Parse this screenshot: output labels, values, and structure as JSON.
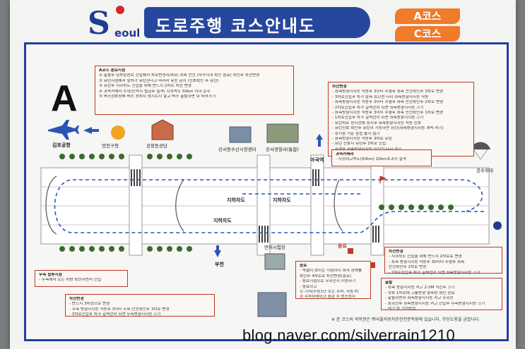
{
  "header": {
    "logo_big": "S",
    "logo_small": "eoul",
    "title": "도로주행 코스안내도",
    "badge_a": "A코스",
    "badge_c": "C코스"
  },
  "course_letter": "A",
  "notes": {
    "main": {
      "header": "A코스 중요지점",
      "lines": [
        "① 출발후 남부순환로 진입해서 차로변경시(4회) 좌측 안전 (사각지대 확인 중요) 확인후 차선변경",
        "② 유턴지점에서 앞차가 유턴한다고 따라서 유턴 금지 (신호확인 후 유턴)",
        "③ 유턴후 지하차도 진입을 위해 반드시 2차로 차선 변경",
        "④ 과속카메라 주의(단속시 벌금후 실격) 지정속도 50km 이하 준수",
        "⑤ 버스정류장에 버스 정차시 뒷지르지 말고 버스 출발하면 뒤 따라가기"
      ]
    },
    "right_top": {
      "header": "차선변경",
      "lines": [
        "- 좌측방향지시등 작동후 3이터 주행후 좌측 안전확인후 3차로 변경",
        "- 3차로진입후 차가 앞측 있으면 다시 좌측방향지시등 작동",
        "- 좌측방향지시등 작동후 3미터 주행후 좌측 안전확인후 2차로 변경",
        "- 2차로진입후 차가 길찍선이 되면 좌측방향지시등 끄기",
        "- 좌측방향지시등 작동후 3미터 주행후 좌측 안전확인후 1차로 변경",
        "- 1차로진입후 차가 길찍선이 되면 좌측방향지시등 끄기",
        "- 유턴차로 정지선에 정지후 좌측방향지시등 작동 신호",
        "- 유턴신호 확인후 유턴이 가능하면 유턴(좌측방향지시등 계속 켜기)",
        "- 정지중 가운 중립 놓지 않기",
        "- 좌측방향지시등 작동후 3차로 유턴",
        "- 유턴 신호시 유턴후 3차로 진입",
        "- 주행중 좌측방향지시등 이전전 다시 켜기"
      ]
    },
    "speed": {
      "header": "과속카메라",
      "lines": [
        "- 지정최고속도(50km) 10km초과시 실격"
      ]
    },
    "merge": {
      "header": "우측 합류지점",
      "lines": [
        "- 우측에서 오는 차량 확인하면서 진입"
      ]
    },
    "lane_bottom": {
      "header": "차선변경",
      "lines": [
        "- 반드시 3차선으로 변경",
        "- 우측 방향지시등 작동후 3이터 우측 안전확인후 3차로 변경",
        "- 3차로진입후 차가 길찍선이 되면 우측방향지시등 끄기"
      ]
    },
    "stop": {
      "header": "종료",
      "lines": [
        "- 목슬이 보이는 지점까지 와서 장애를",
        "  확인후 4차로로 차선변경(중요)",
        "- 종료지점으로 우회전시 이동하기",
        "- 종료하고",
        "  ① 기어(수동1단 또는 주차, 자동 P)",
        "  ② 주차브레이크 잠금  ③ 엔진정지"
      ]
    },
    "lane_right": {
      "header": "차선변경",
      "lines": [
        "- 지하차도 진입을 위해 반드시 2차로로 변경",
        "- 좌측 방향지시등 작동후 30미터 주행후 좌측",
        "  안전확인후 2차로 변경",
        "- 2차로진입후 차가 길찍선이 되면 좌측방향지시등 끄기"
      ]
    },
    "depart": {
      "header": "출발",
      "lines": [
        "- 좌측 방향지시등 켜고 2-3M 직진후 끄기",
        "- 정류 1차로에 고통방향 앞측량 확인 완료",
        "- 출발하면서 좌측방향지시등 켜고 우회전",
        "- 좌회전후 좌측방향지시등 켜고 진입후 우측방향지시등 끄기",
        "- 대기 중 기어중립"
      ]
    }
  },
  "places": {
    "gimpo": "김포공항",
    "yangcheon": "양천구청",
    "gonghang": "공항동성당",
    "gangseo_water": "강서등수산시장센터",
    "gangseo_police": "강서경찰서(통합)",
    "magok": "마곡역",
    "underpass1": "지하차도",
    "underpass2": "지하차도",
    "underpass3": "지하차도",
    "bucheon": "부천",
    "paratroop": "공수부대",
    "license": "면허시험장",
    "arrive": "종료",
    "start": "출발"
  },
  "footer": "※ 본 코스의 저작권은 ㈜서울자동차운전전문학원에 있습니다. 무단도용을 금합니다.",
  "watermark": "blog.naver.com/silverrain1210",
  "colors": {
    "frame": "#2240a0",
    "title_bg": "#26479e",
    "badge": "#ef7b2b",
    "route": "#2b54b8",
    "note_border": "#c0392b"
  }
}
